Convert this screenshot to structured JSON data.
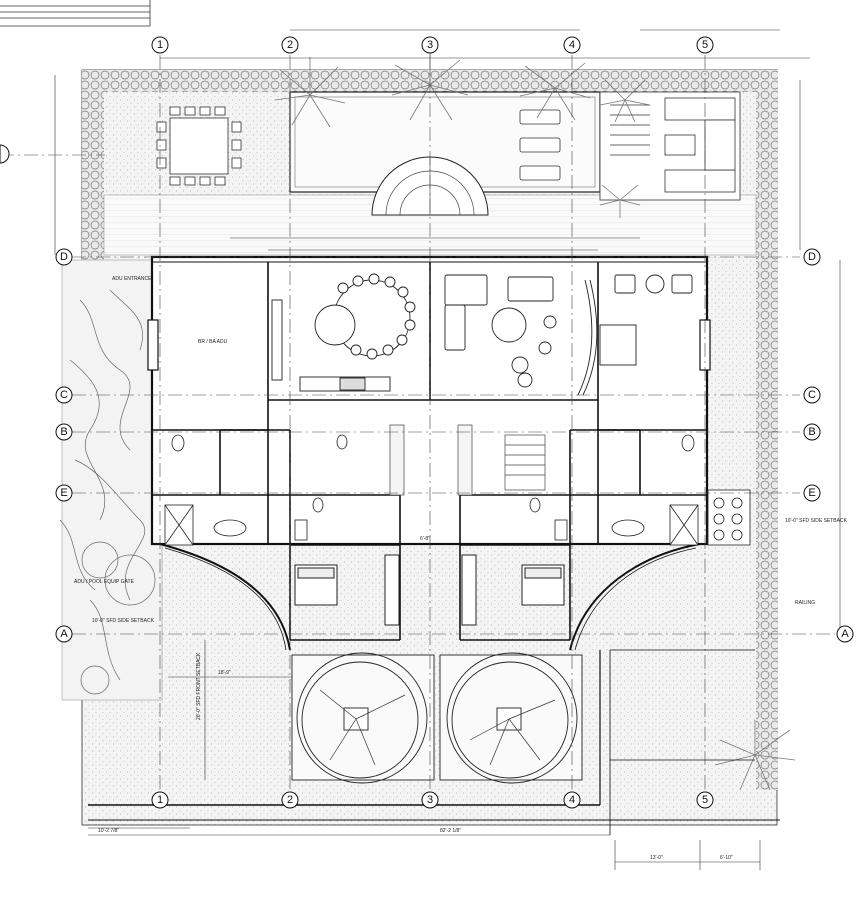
{
  "grid": {
    "columns": [
      "1",
      "2",
      "3",
      "4",
      "5"
    ],
    "rows": [
      "D",
      "C",
      "B",
      "E",
      "A"
    ]
  },
  "labels": {
    "adu_entrance": "ADU ENTRANCE",
    "adu_room": "BR / BA ADU",
    "adu_pool_equip_gate": "ADU / POOL EQUIP GATE",
    "side_setback_left": "10'-0\" SFD SIDE SETBACK",
    "front_setback": "20'-0\" SFD FRONT SETBACK",
    "side_setback_right": "10'-0\" SFD SIDE SETBACK",
    "railing": "RAILING",
    "dim_bottom_left": "10'-2 7/8\"",
    "dim_bottom_center": "82'-2 1/8\"",
    "dim_front_gap": "18'-9\"",
    "dim_bottom_right_a": "13'-0\"",
    "dim_bottom_right_b": "6'-10\"",
    "dim_center_gap": "6'-8\""
  }
}
